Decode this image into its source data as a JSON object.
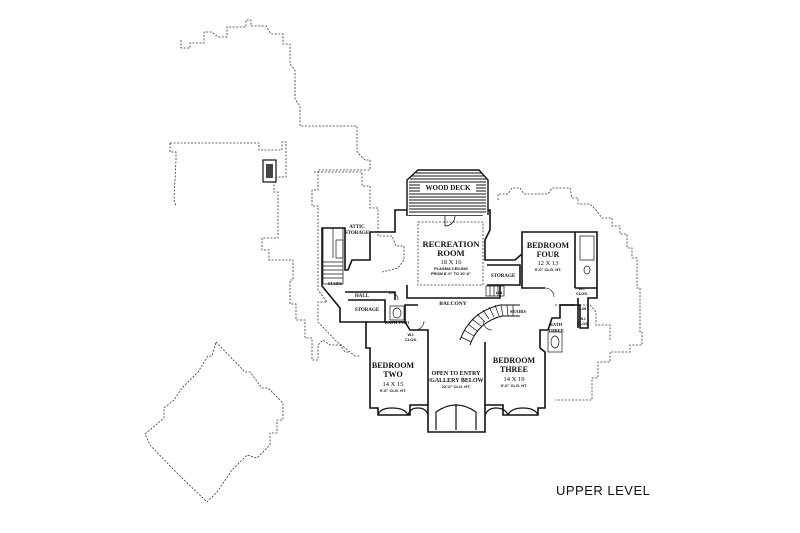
{
  "caption": {
    "level": "UPPER LEVEL"
  },
  "rooms": {
    "wood_deck": {
      "name": "WOOD DECK"
    },
    "recreation": {
      "name1": "RECREATION",
      "name2": "ROOM",
      "size": "18 X 16",
      "note1": "PLASMA CEILING",
      "note2": "FROM 8'-0\" TO 10'-6\""
    },
    "attic_storage": {
      "name1": "ATTIC",
      "name2": "STORAGE"
    },
    "bedroom_four": {
      "name1": "BEDROOM",
      "name2": "FOUR",
      "size": "12 X 13",
      "note": "9'-0\" CLG. HT."
    },
    "bedroom_two": {
      "name1": "BEDROOM",
      "name2": "TWO",
      "size": "14 X 15",
      "note": "9'-0\" CLG. HT."
    },
    "bedroom_three": {
      "name1": "BEDROOM",
      "name2": "THREE",
      "size": "14 X 19",
      "note": "9'-0\" CLG. HT."
    },
    "open_entry": {
      "line1": "OPEN TO ENTRY",
      "line2": "/GALLERY BELOW",
      "note": "22'-0\" CLG. HT."
    },
    "balcony": {
      "name": "BALCONY"
    },
    "hall": {
      "name": "HALL"
    },
    "storage_left": {
      "name": "STORAGE"
    },
    "storage_right": {
      "name": "STORAGE"
    },
    "stairs_left": {
      "name": "STAIRS"
    },
    "stairs_right": {
      "name": "STAIRS"
    },
    "bath_two": {
      "name": "BATH TWO"
    },
    "bath_three": {
      "name1": "BATH",
      "name2": "THREE"
    },
    "wic1": {
      "name1": "W.I.",
      "name2": "CLOS."
    },
    "wic2": {
      "name1": "W.I.",
      "name2": "CLOS."
    },
    "wic3": {
      "name1": "W.I.",
      "name2": "CLOS."
    },
    "linen1": {
      "name": "LIN"
    },
    "linen2": {
      "name": "LIN"
    },
    "linen3": {
      "name": "LIN"
    }
  }
}
